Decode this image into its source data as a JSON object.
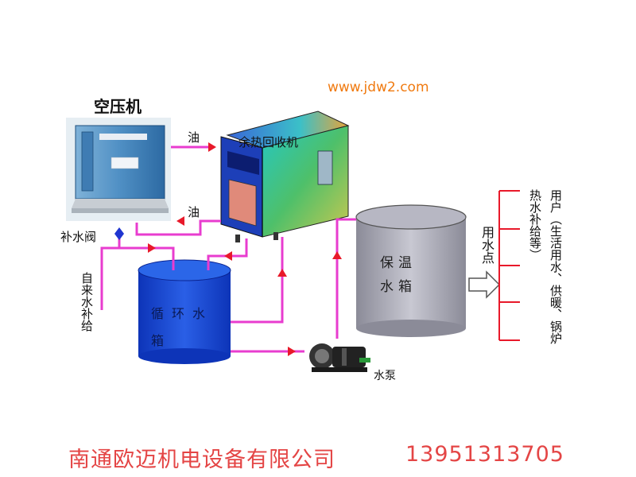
{
  "website": "www.jdw2.com",
  "labels": {
    "air_compressor": "空压机",
    "heat_recovery": "余热回收机",
    "oil_top": "油",
    "oil_bottom": "油",
    "makeup_valve": "补水阀",
    "tap_water_supply": "自来水补给",
    "circulation_tank": "循环水箱",
    "insulated_tank": "保温水箱",
    "water_pump": "水泵",
    "water_point": "用水点",
    "users": "用户（生活用水、供暖、锅炉热水补给等）"
  },
  "footer": {
    "company": "南通欧迈机电设备有限公司",
    "phone": "13951313705"
  },
  "colors": {
    "pipe": "#e83ccf",
    "arrow": "#e8192a",
    "website": "#f07a10",
    "footer": "#e44545",
    "tank_blue": "#1f4fd0",
    "tank_gray": "#9a9aa8"
  }
}
